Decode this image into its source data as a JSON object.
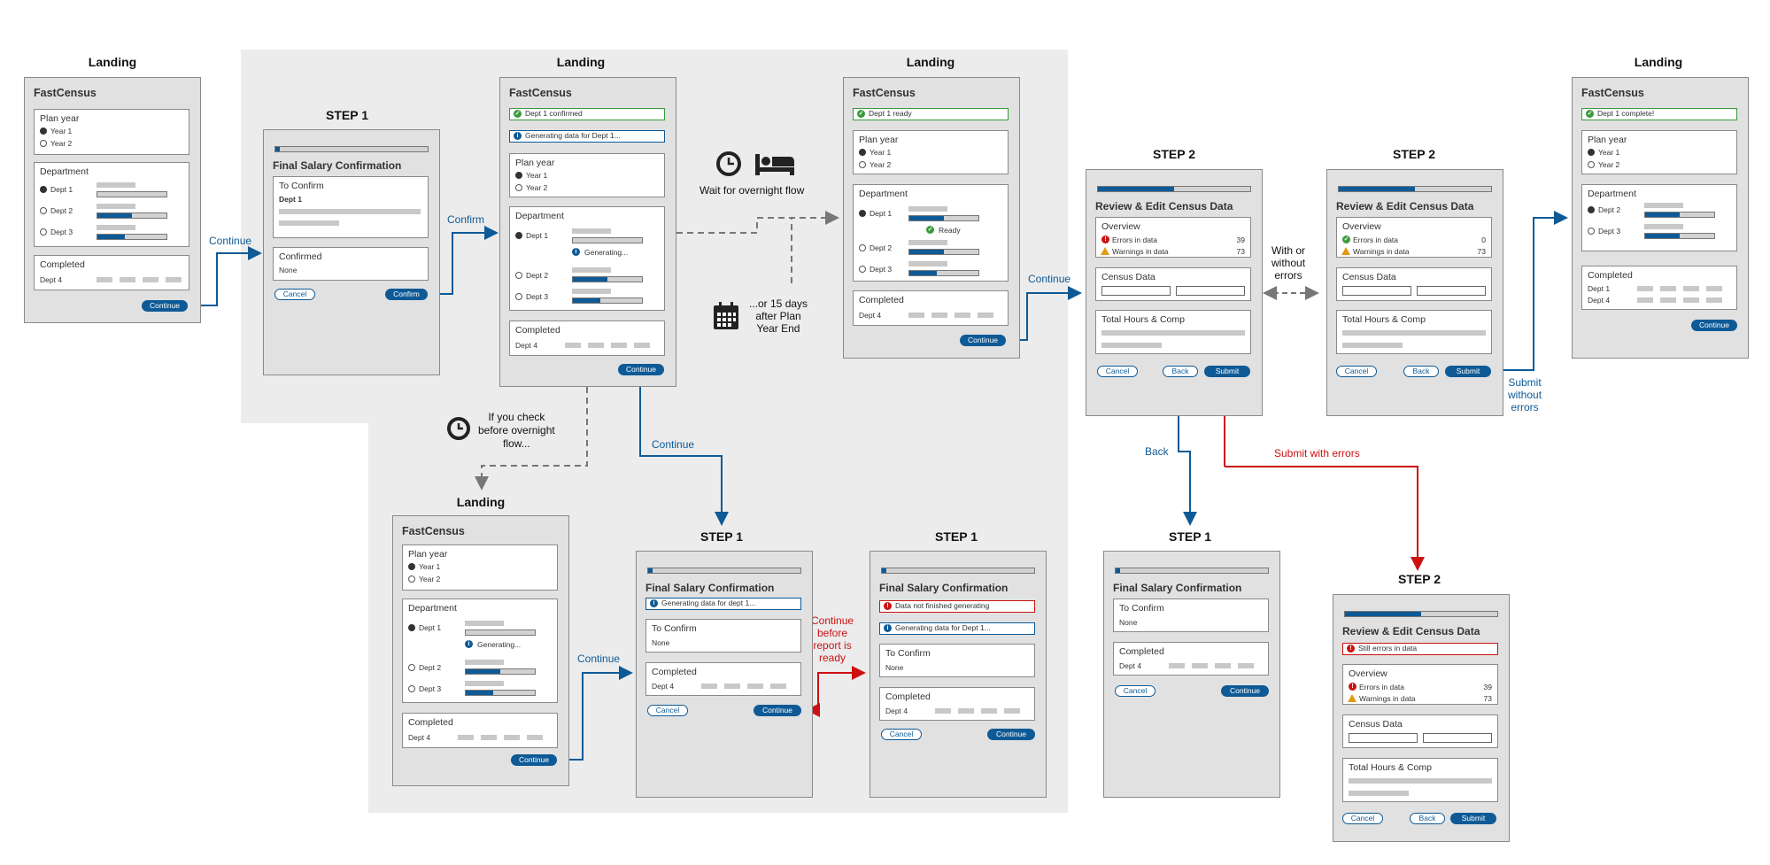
{
  "labels": {
    "landing": "Landing",
    "step1": "STEP 1",
    "step2": "STEP 2"
  },
  "common": {
    "app": "FastCensus",
    "plan_year": "Plan year",
    "year1": "Year 1",
    "year2": "Year 2",
    "department": "Department",
    "dept1": "Dept 1",
    "dept2": "Dept 2",
    "dept3": "Dept 3",
    "dept4": "Dept 4",
    "completed": "Completed",
    "continue": "Continue",
    "cancel": "Cancel",
    "confirm": "Confirm",
    "back": "Back",
    "submit": "Submit",
    "final_salary": "Final Salary Confirmation",
    "to_confirm": "To Confirm",
    "confirmed": "Confirmed",
    "none": "None",
    "review": "Review & Edit Census Data",
    "overview": "Overview",
    "errors": "Errors in data",
    "warnings": "Warnings in data",
    "census_data": "Census Data",
    "total_hours": "Total Hours & Comp",
    "generating": "Generating...",
    "ready": "Ready"
  },
  "notices": {
    "dept1_confirmed": "Dept 1 confirmed",
    "generating_for": "Generating data for Dept 1...",
    "dept1_ready": "Dept 1 ready",
    "dept1_complete": "Dept 1 complete!",
    "generating_lower": "Generating data for dept 1...",
    "not_finished": "Data not finished generating",
    "still_errors": "Still errors in data"
  },
  "counts": {
    "a_errors": "39",
    "a_warnings": "73",
    "b_errors": "0",
    "b_warnings": "73"
  },
  "flow": {
    "continue": "Continue",
    "confirm": "Confirm",
    "wait_overnight": "Wait for overnight flow",
    "fifteen_days": "...or 15 days\nafter Plan\nYear End",
    "if_check": "If you check\nbefore overnight\nflow...",
    "with_without": "With or\nwithout\nerrors",
    "back": "Back",
    "submit_errors": "Submit with errors",
    "submit_without": "Submit\nwithout\nerrors",
    "continue_before": "Continue\nbefore\nreport is\nready"
  },
  "colors": {
    "primary": "#0e5a96",
    "error": "#cc1111",
    "success": "#3a9a3a",
    "warning": "#e29a14",
    "zone": "#ececec"
  },
  "icons": [
    "clock-icon",
    "bed-icon",
    "calendar-icon",
    "check-circle-icon",
    "info-icon",
    "error-icon",
    "warning-icon"
  ]
}
